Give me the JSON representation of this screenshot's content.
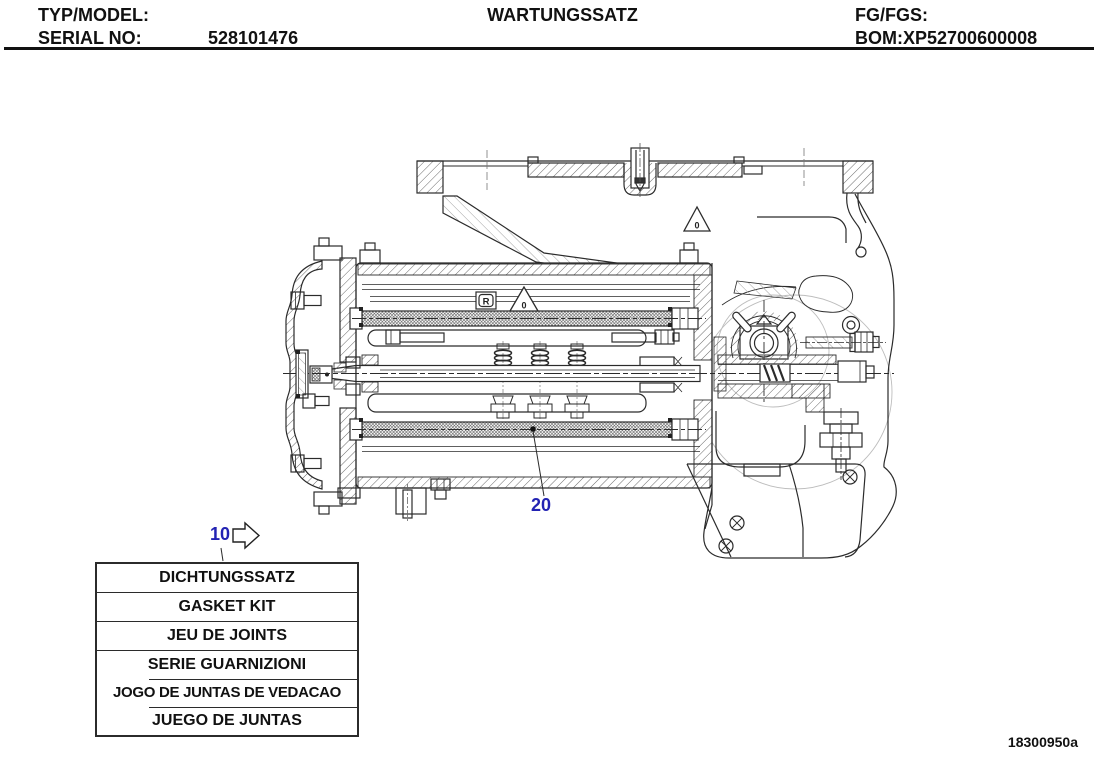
{
  "header": {
    "typ_model_label": "TYP/MODEL:",
    "serial_label": "SERIAL NO:",
    "serial_value": "528101476",
    "title": "WARTUNGSSATZ",
    "fg_fgs_label": "FG/FGS:",
    "bom_label": "BOM:",
    "bom_value": "XP52700600008"
  },
  "diagram": {
    "callouts": [
      {
        "id": "10",
        "label": "10"
      },
      {
        "id": "20",
        "label": "20"
      }
    ],
    "markers": {
      "r_marker": "R",
      "zero_marker_top": "0",
      "zero_marker_mid": "0"
    },
    "callout_color": "#2323b3"
  },
  "parts_table": {
    "rows": [
      "DICHTUNGSSATZ",
      "GASKET KIT",
      "JEU DE JOINTS",
      "SERIE GUARNIZIONI",
      "JOGO DE JUNTAS DE VEDACAO",
      "JUEGO DE JUNTAS"
    ]
  },
  "footer": {
    "doc_number": "18300950a"
  }
}
